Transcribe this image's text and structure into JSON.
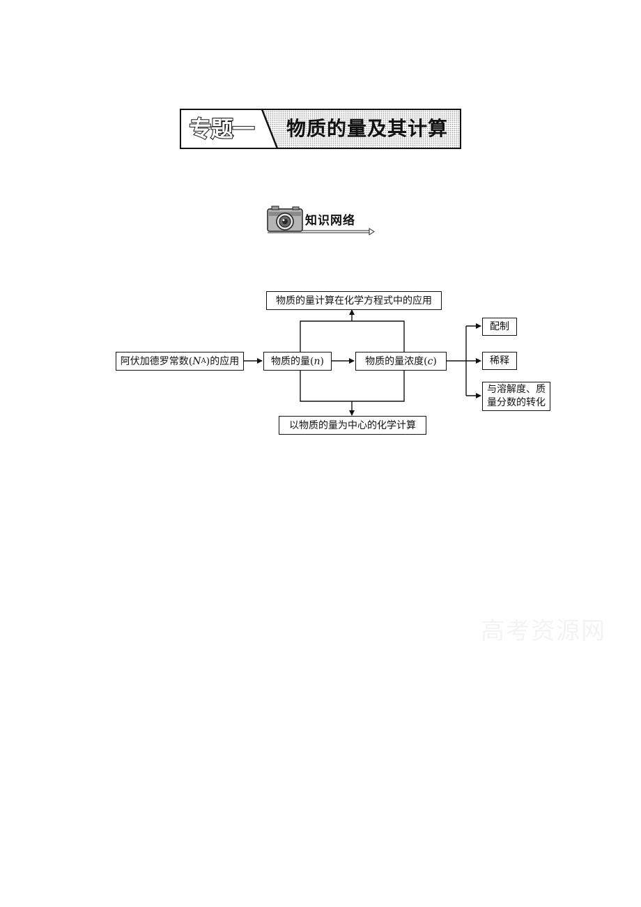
{
  "banner": {
    "label": "专题一",
    "title": "物质的量及其计算"
  },
  "section": {
    "label": "知识网络",
    "icon": "camera-icon"
  },
  "diagram": {
    "top_box": "物质的量计算在化学方程式中的应用",
    "avogadro_prefix": "阿伏加德罗常数(",
    "avogadro_symbol": "N",
    "avogadro_sub": "A",
    "avogadro_suffix": ")的应用",
    "amount_prefix": "物质的量(",
    "amount_symbol": "n",
    "amount_suffix": ")",
    "conc_prefix": "物质的量浓度(",
    "conc_symbol": "c",
    "conc_suffix": ")",
    "bottom_box": "以物质的量为中心的化学计算",
    "branch_1": "配制",
    "branch_2": "稀释",
    "branch_3": "与溶解度、质量分数的转化"
  },
  "watermark": "高考资源网"
}
